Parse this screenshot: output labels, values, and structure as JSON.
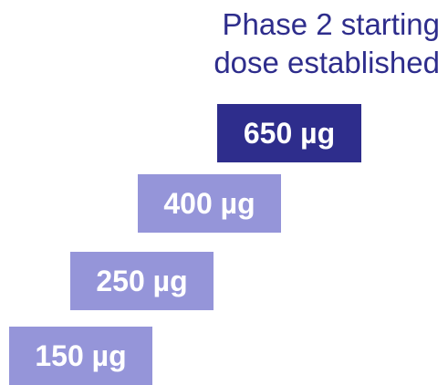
{
  "title": {
    "line1": "Phase 2 starting",
    "line2": "dose established",
    "color": "#2e2d8c"
  },
  "steps": [
    {
      "label": "150 µg",
      "color": "#9595d9"
    },
    {
      "label": "250 µg",
      "color": "#9595d9"
    },
    {
      "label": "400 µg",
      "color": "#9595d9"
    },
    {
      "label": "650 µg",
      "color": "#2e2d8c"
    }
  ]
}
